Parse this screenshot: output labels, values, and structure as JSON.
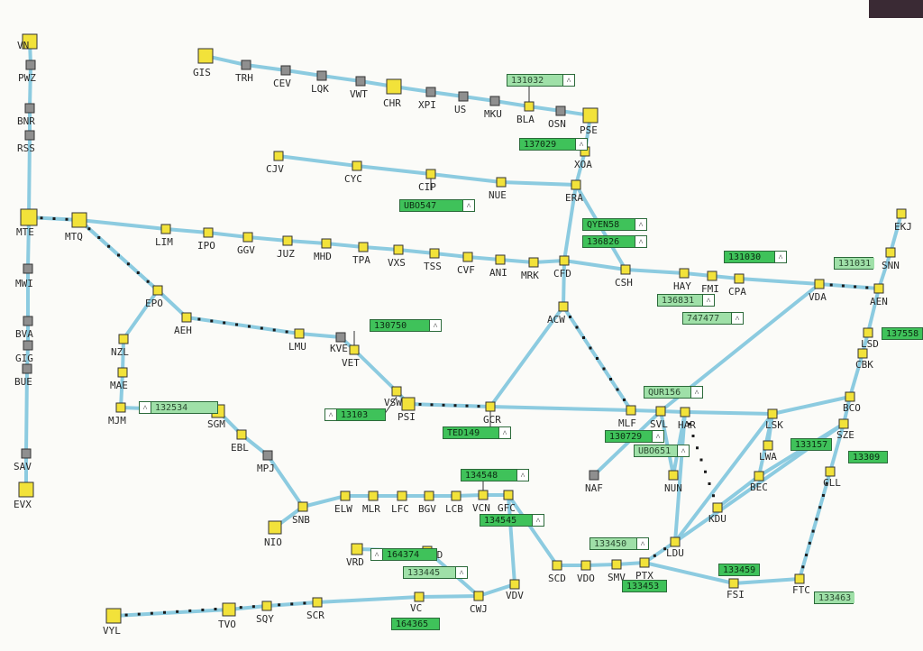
{
  "colors": {
    "track": "#8ccbe0",
    "track_dark": "#5a9fb8",
    "station_yellow": "#f2e23a",
    "station_gray": "#8f8f8f",
    "train_green": "#3fc25a",
    "train_green_light": "#9fe0a8"
  },
  "stations": [
    {
      "label": "VN"
    },
    {
      "label": "PWZ"
    },
    {
      "label": "BNR"
    },
    {
      "label": "RSS"
    },
    {
      "label": "MTE"
    },
    {
      "label": "MWI"
    },
    {
      "label": "BVA"
    },
    {
      "label": "GIG"
    },
    {
      "label": "BUE"
    },
    {
      "label": "SAV"
    },
    {
      "label": "EVX"
    },
    {
      "label": "GIS"
    },
    {
      "label": "TRH"
    },
    {
      "label": "CEV"
    },
    {
      "label": "LQK"
    },
    {
      "label": "VWT"
    },
    {
      "label": "CHR"
    },
    {
      "label": "XPI"
    },
    {
      "label": "US"
    },
    {
      "label": "MKU"
    },
    {
      "label": "BLA"
    },
    {
      "label": "OSN"
    },
    {
      "label": "PSE"
    },
    {
      "label": "XOA"
    },
    {
      "label": "ERA"
    },
    {
      "label": "CJV"
    },
    {
      "label": "CYC"
    },
    {
      "label": "CIP"
    },
    {
      "label": "NUE"
    },
    {
      "label": "MTQ"
    },
    {
      "label": "LIM"
    },
    {
      "label": "IPO"
    },
    {
      "label": "GGV"
    },
    {
      "label": "JUZ"
    },
    {
      "label": "MHD"
    },
    {
      "label": "TPA"
    },
    {
      "label": "VXS"
    },
    {
      "label": "TSS"
    },
    {
      "label": "CVF"
    },
    {
      "label": "ANI"
    },
    {
      "label": "MRK"
    },
    {
      "label": "CFD"
    },
    {
      "label": "CSH"
    },
    {
      "label": "HAY"
    },
    {
      "label": "FMI"
    },
    {
      "label": "CPA"
    },
    {
      "label": "VDA"
    },
    {
      "label": "AEN"
    },
    {
      "label": "SNN"
    },
    {
      "label": "EKJ"
    },
    {
      "label": "ACW"
    },
    {
      "label": "EPO"
    },
    {
      "label": "AEH"
    },
    {
      "label": "NZL"
    },
    {
      "label": "MAE"
    },
    {
      "label": "MJM"
    },
    {
      "label": "LMU"
    },
    {
      "label": "KVE"
    },
    {
      "label": "VET"
    },
    {
      "label": "VSW"
    },
    {
      "label": "PSI"
    },
    {
      "label": "GCR"
    },
    {
      "label": "MLF"
    },
    {
      "label": "SVL"
    },
    {
      "label": "HAR"
    },
    {
      "label": "LSK"
    },
    {
      "label": "SGM"
    },
    {
      "label": "EBL"
    },
    {
      "label": "MPJ"
    },
    {
      "label": "SNB"
    },
    {
      "label": "NIO"
    },
    {
      "label": "ELW"
    },
    {
      "label": "MLR"
    },
    {
      "label": "LFC"
    },
    {
      "label": "BGV"
    },
    {
      "label": "LCB"
    },
    {
      "label": "VCN"
    },
    {
      "label": "GFC"
    },
    {
      "label": "NAF"
    },
    {
      "label": "NUN"
    },
    {
      "label": "LWA"
    },
    {
      "label": "BEC"
    },
    {
      "label": "KDU"
    },
    {
      "label": "LDU"
    },
    {
      "label": "LSD"
    },
    {
      "label": "CBK"
    },
    {
      "label": "BCO"
    },
    {
      "label": "SZE"
    },
    {
      "label": "CLL"
    },
    {
      "label": "VRD"
    },
    {
      "label": "FD"
    },
    {
      "label": "VC"
    },
    {
      "label": "CWJ"
    },
    {
      "label": "VDV"
    },
    {
      "label": "SCD"
    },
    {
      "label": "VDO"
    },
    {
      "label": "SMV"
    },
    {
      "label": "PTX"
    },
    {
      "label": "VYL"
    },
    {
      "label": "TVO"
    },
    {
      "label": "SQY"
    },
    {
      "label": "SCR"
    },
    {
      "label": "FSI"
    },
    {
      "label": "FTC"
    }
  ],
  "trains": [
    {
      "id": "131032"
    },
    {
      "id": "137029"
    },
    {
      "id": "QYEN58"
    },
    {
      "id": "136826"
    },
    {
      "id": "UBO547"
    },
    {
      "id": "131030"
    },
    {
      "id": "131031"
    },
    {
      "id": "136831"
    },
    {
      "id": "747477"
    },
    {
      "id": "137558"
    },
    {
      "id": "130750"
    },
    {
      "id": "132534"
    },
    {
      "id": "13103"
    },
    {
      "id": "TED149"
    },
    {
      "id": "QUR156"
    },
    {
      "id": "130729"
    },
    {
      "id": "UBO651"
    },
    {
      "id": "133157"
    },
    {
      "id": "13309"
    },
    {
      "id": "134548"
    },
    {
      "id": "134545"
    },
    {
      "id": "133450"
    },
    {
      "id": "164374"
    },
    {
      "id": "133445"
    },
    {
      "id": "133453"
    },
    {
      "id": "164365"
    },
    {
      "id": "133459"
    },
    {
      "id": "133463"
    }
  ]
}
